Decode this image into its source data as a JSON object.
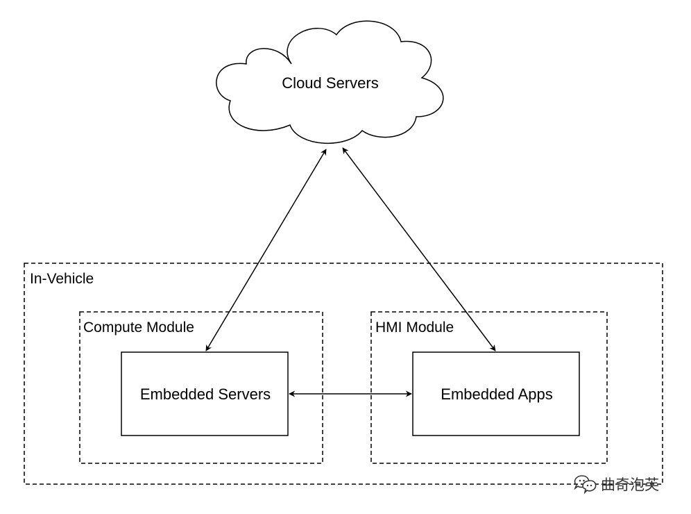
{
  "cloud": {
    "label": "Cloud Servers"
  },
  "groups": {
    "vehicle": "In-Vehicle",
    "compute": "Compute Module",
    "hmi": "HMI Module"
  },
  "boxes": {
    "embedded_servers": "Embedded Servers",
    "embedded_apps": "Embedded Apps"
  },
  "watermark": {
    "text": "曲奇泡芙",
    "icon": "wechat-icon"
  },
  "colors": {
    "line": "#000000",
    "background": "#ffffff",
    "watermark": "#333333"
  }
}
